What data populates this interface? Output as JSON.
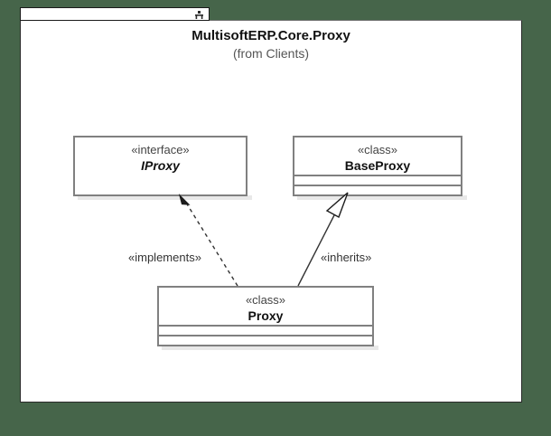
{
  "package": {
    "title": "MultisoftERP.Core.Proxy",
    "subtitle": "(from Clients)",
    "tab_icon": "package-tab-icon"
  },
  "classes": [
    {
      "id": "iproxy",
      "stereotype": "«interface»",
      "name": "IProxy",
      "italic": true,
      "compartments": 0
    },
    {
      "id": "baseproxy",
      "stereotype": "«class»",
      "name": "BaseProxy",
      "italic": false,
      "compartments": 2
    },
    {
      "id": "proxy",
      "stereotype": "«class»",
      "name": "Proxy",
      "italic": false,
      "compartments": 2
    }
  ],
  "relationships": [
    {
      "id": "implements",
      "label": "«implements»",
      "from": "Proxy",
      "to": "IProxy",
      "style": "dashed",
      "arrow": "open"
    },
    {
      "id": "inherits",
      "label": "«inherits»",
      "from": "Proxy",
      "to": "BaseProxy",
      "style": "solid",
      "arrow": "hollow-triangle"
    }
  ],
  "colors": {
    "background": "#46654a",
    "surface": "#ffffff",
    "box_border": "#808080",
    "frame_border": "#2a2a2a",
    "shadow": "#e8e8e8",
    "text": "#111111",
    "muted_text": "#555555"
  }
}
